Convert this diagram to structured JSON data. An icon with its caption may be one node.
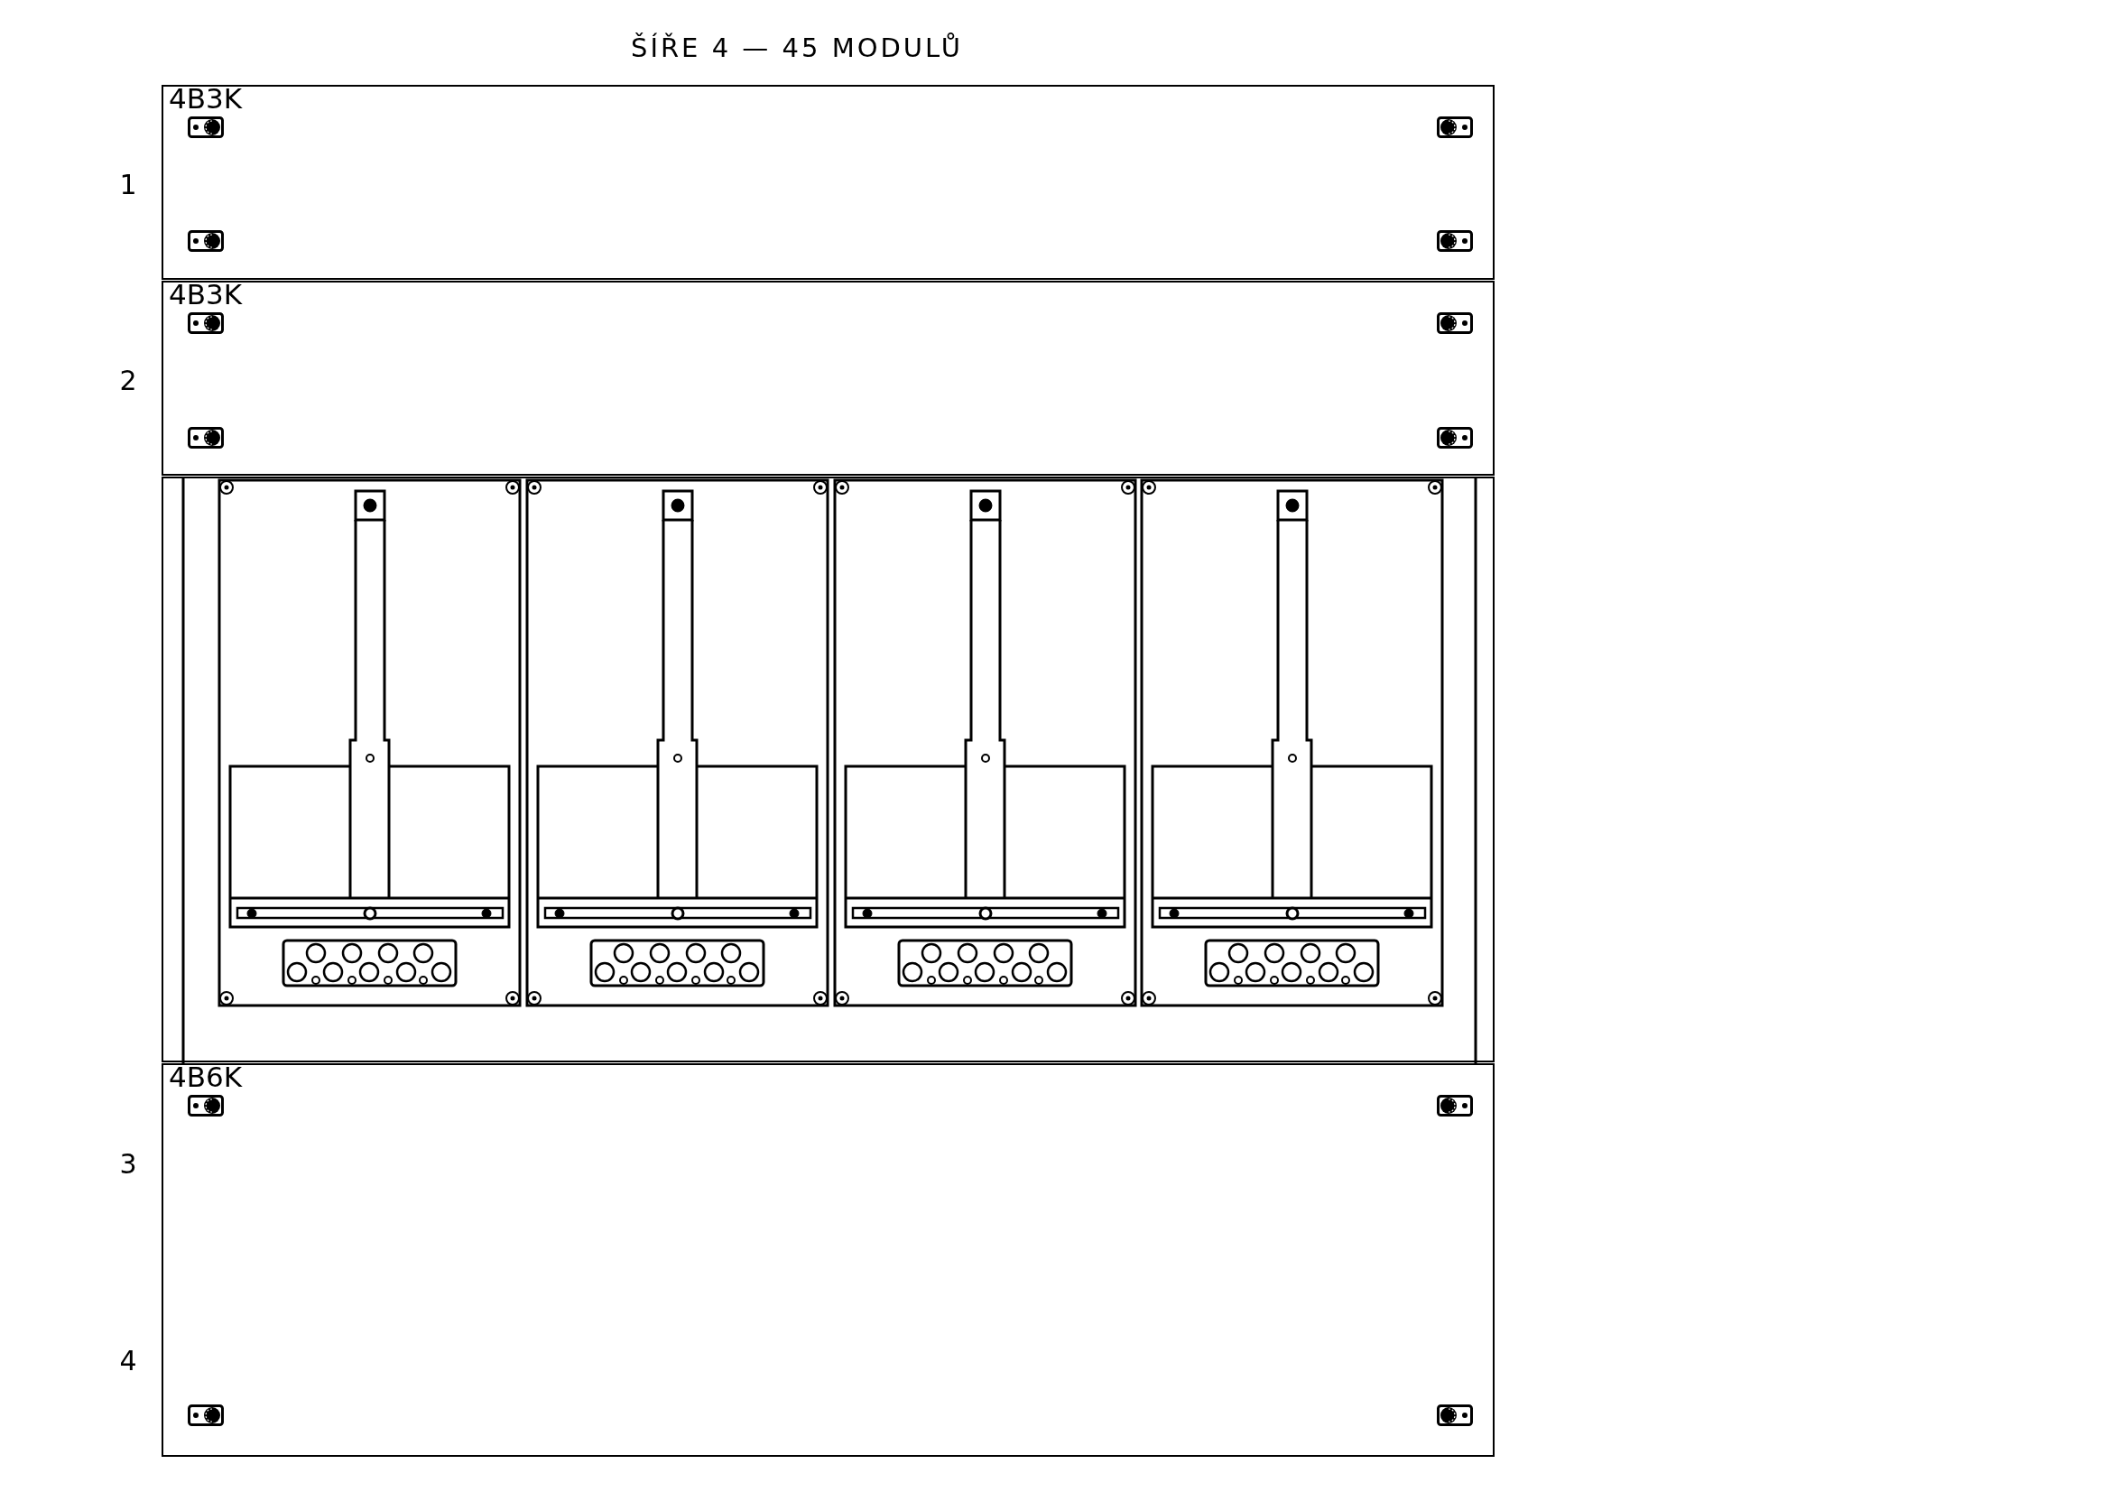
{
  "diagram": {
    "title": "ŠÍŘE 4 — 45 MODULŮ",
    "nodes": [
      {
        "text": [
          "4B3K"
        ]
      },
      {
        "text": [
          "4B3K"
        ]
      },
      {
        "text": [],
        "shape": "box"
      },
      {
        "text": [
          "4B6K"
        ]
      }
    ],
    "labels": [
      "1",
      "2",
      "3",
      "4"
    ]
  }
}
